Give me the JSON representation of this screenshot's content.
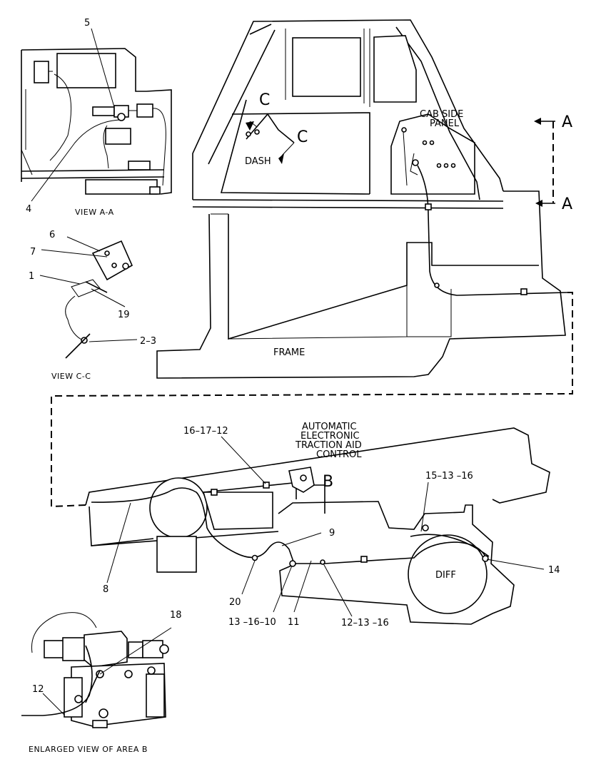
{
  "view_labels": {
    "view_aa": "VIEW A-A",
    "view_cc": "VIEW C-C",
    "enlarged_b": "ENLARGED VIEW OF AREA B"
  },
  "section_letters": {
    "a_top": "A",
    "a_bottom": "A",
    "c_top": "C",
    "c_bottom": "C",
    "b": "B"
  },
  "area_labels": {
    "dash": "DASH",
    "cab_side_panel": [
      "CAB SIDE",
      "PANEL"
    ],
    "frame": "FRAME",
    "diff": "DIFF",
    "control": [
      "AUTOMATIC",
      "ELECTRONIC",
      "TRACTION AID",
      "CONTROL"
    ]
  },
  "callouts": {
    "c5": "5",
    "c4": "4",
    "c6": "6",
    "c7": "7",
    "c1": "1",
    "c19": "19",
    "c2_3": "2–3",
    "c16_17_12": "16–17–12",
    "c15_13_16": "15–13 –16",
    "c9": "9",
    "c14": "14",
    "c8": "8",
    "c20": "20",
    "c13_16_10": "13 –16–10",
    "c11": "11",
    "c12_13_16": "12–13 –16",
    "c18": "18",
    "c12": "12"
  }
}
